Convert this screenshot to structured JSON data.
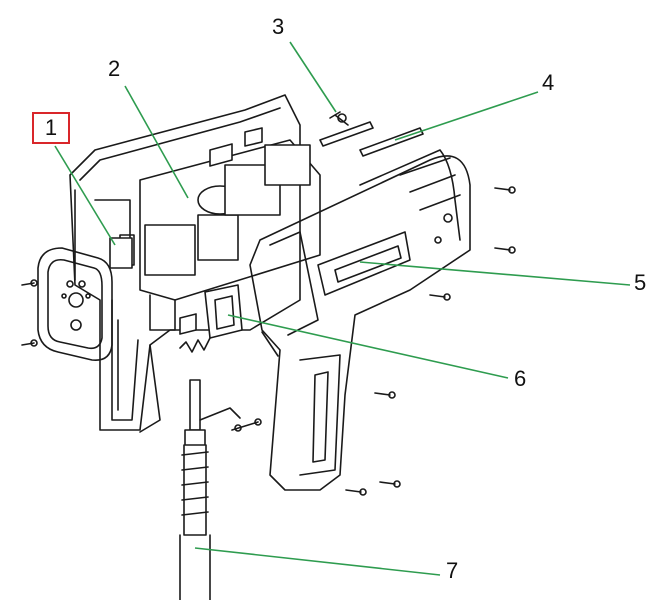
{
  "colors": {
    "line_art": "#1a1a1a",
    "leader": "#2e9c4f",
    "highlight_box": "#d9262a",
    "background": "#ffffff"
  },
  "callouts": [
    {
      "label": "1",
      "highlighted": true
    },
    {
      "label": "2",
      "highlighted": false
    },
    {
      "label": "3",
      "highlighted": false
    },
    {
      "label": "4",
      "highlighted": false
    },
    {
      "label": "5",
      "highlighted": false
    },
    {
      "label": "6",
      "highlighted": false
    },
    {
      "label": "7",
      "highlighted": false
    }
  ]
}
